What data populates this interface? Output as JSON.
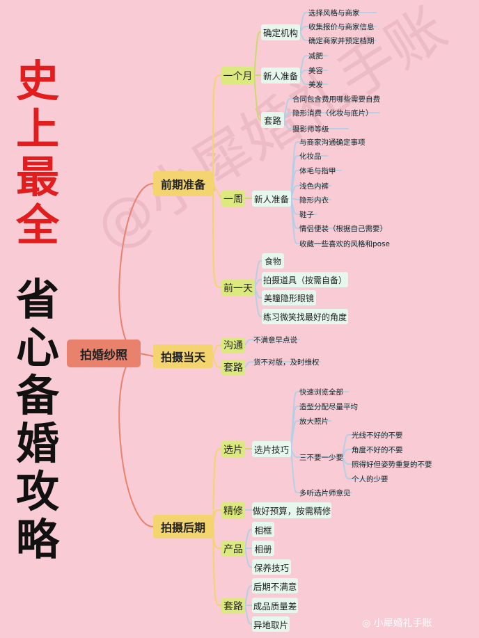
{
  "title": {
    "red": [
      "史",
      "上",
      "最",
      "全"
    ],
    "black": [
      "省",
      "心",
      "备",
      "婚",
      "攻",
      "略"
    ]
  },
  "root": "拍婚纱照",
  "stage1": {
    "label": "前期准备",
    "month": {
      "label": "一个月",
      "org": {
        "label": "确定机构",
        "items": [
          "选择风格与商家",
          "收集报价与商家信息",
          "确定商家并预定档期"
        ]
      },
      "newcomer": {
        "label": "新人准备",
        "items": [
          "减肥",
          "美容",
          "美发"
        ]
      },
      "trap": {
        "label": "套路",
        "items": [
          "合同包含费用哪些需要自费",
          "隐形消费（化妆与底片）",
          "摄影师等级"
        ]
      }
    },
    "week": {
      "label": "一周",
      "newcomer": {
        "label": "新人准备",
        "items": [
          "与商家沟通确定事项",
          "化妆品",
          "体毛与指甲",
          "浅色内裤",
          "隐形内衣",
          "鞋子",
          "情侣便装（根据自己需要）",
          "收藏一些喜欢的风格和pose"
        ]
      }
    },
    "day": {
      "label": "前一天",
      "items": [
        "食物",
        "拍摄道具（按需自备）",
        "美瞳隐形眼镜",
        "练习微笑找最好的角度"
      ]
    }
  },
  "stage2": {
    "label": "拍摄当天",
    "communicate": {
      "label": "沟通",
      "note": "不满意早点说"
    },
    "trap": {
      "label": "套路",
      "note": "货不对版，及时维权"
    }
  },
  "stage3": {
    "label": "拍摄后期",
    "select": {
      "label": "选片",
      "skill": {
        "label": "选片技巧",
        "items": [
          "快速浏览全部",
          "造型分配尽量平均",
          "放大照片"
        ],
        "three": {
          "label": "三不要一少要",
          "items": [
            "光线不好的不要",
            "角度不好的不要",
            "照得好但姿势重复的不要",
            "个人的少要"
          ]
        },
        "last": "多听选片师意见"
      }
    },
    "retouch": {
      "label": "精修",
      "note": "做好预算，按需精修"
    },
    "product": {
      "label": "产品",
      "items": [
        "相框",
        "相册",
        "保养技巧"
      ]
    },
    "trap": {
      "label": "套路",
      "items": [
        "后期不满意",
        "成品质量差",
        "异地取片"
      ]
    }
  },
  "watermark": "@小犀婚礼手账",
  "weibo": "小犀婚礼手账"
}
